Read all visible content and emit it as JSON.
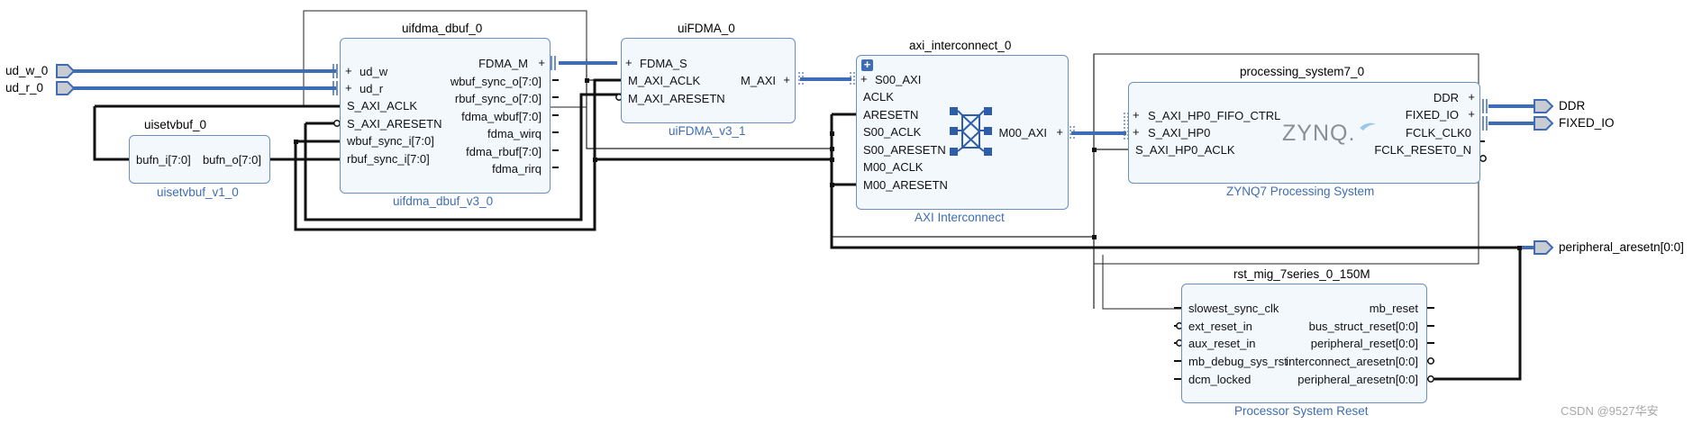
{
  "external_ports": {
    "ud_w_0": "ud_w_0",
    "ud_r_0": "ud_r_0",
    "ddr": "DDR",
    "fixed_io": "FIXED_IO",
    "peripheral_aresetn": "peripheral_aresetn[0:0]"
  },
  "uisetvbuf": {
    "instance": "uisetvbuf_0",
    "ip": "uisetvbuf_v1_0",
    "ports": {
      "in": "bufn_i[7:0]",
      "out": "bufn_o[7:0]"
    }
  },
  "uifdma_dbuf": {
    "instance": "uifdma_dbuf_0",
    "ip": "uifdma_dbuf_v3_0",
    "inputs": [
      "ud_w",
      "ud_r",
      "S_AXI_ACLK",
      "S_AXI_ARESETN",
      "wbuf_sync_i[7:0]",
      "rbuf_sync_i[7:0]"
    ],
    "outputs": [
      "FDMA_M",
      "wbuf_sync_o[7:0]",
      "rbuf_sync_o[7:0]",
      "fdma_wbuf[7:0]",
      "fdma_wirq",
      "fdma_rbuf[7:0]",
      "fdma_rirq"
    ]
  },
  "uiFDMA": {
    "instance": "uiFDMA_0",
    "ip": "uiFDMA_v3_1",
    "inputs": [
      "FDMA_S",
      "M_AXI_ACLK",
      "M_AXI_ARESETN"
    ],
    "outputs": [
      "M_AXI"
    ]
  },
  "axi_interconnect": {
    "instance": "axi_interconnect_0",
    "ip": "AXI Interconnect",
    "inputs": [
      "S00_AXI",
      "ACLK",
      "ARESETN",
      "S00_ACLK",
      "S00_ARESETN",
      "M00_ACLK",
      "M00_ARESETN"
    ],
    "outputs": [
      "M00_AXI"
    ],
    "expand_symbol": "+"
  },
  "processing_system": {
    "instance": "processing_system7_0",
    "ip": "ZYNQ7 Processing System",
    "logo": "ZYNQ.",
    "inputs": [
      "S_AXI_HP0_FIFO_CTRL",
      "S_AXI_HP0",
      "S_AXI_HP0_ACLK"
    ],
    "outputs": [
      "DDR",
      "FIXED_IO",
      "FCLK_CLK0",
      "FCLK_RESET0_N"
    ]
  },
  "rst_mig": {
    "instance": "rst_mig_7series_0_150M",
    "ip": "Processor System Reset",
    "inputs": [
      "slowest_sync_clk",
      "ext_reset_in",
      "aux_reset_in",
      "mb_debug_sys_rst",
      "dcm_locked"
    ],
    "outputs": [
      "mb_reset",
      "bus_struct_reset[0:0]",
      "peripheral_reset[0:0]",
      "interconnect_aresetn[0:0]",
      "peripheral_aresetn[0:0]"
    ]
  },
  "plus_symbol": "+",
  "watermark": "CSDN @9527华安",
  "colors": {
    "block_fill": "#f3f8fd",
    "block_border": "#6c8fbf",
    "bus": "#3e6cb5",
    "wire": "#1a1a1a",
    "subtitle": "#3d6db5"
  }
}
